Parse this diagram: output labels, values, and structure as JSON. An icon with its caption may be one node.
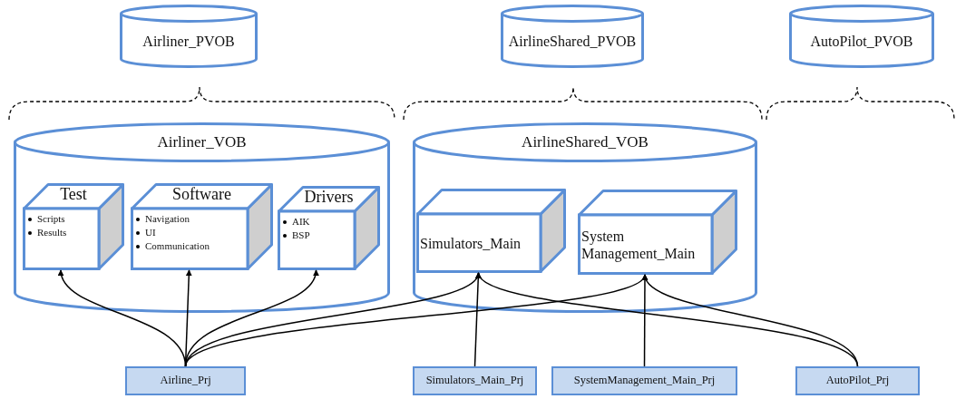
{
  "diagram": {
    "nodes": [
      {
        "text": [
          "Airliner_PVOB"
        ]
      },
      {
        "text": [
          "AirlineShared_PVOB"
        ]
      },
      {
        "text": [
          "AutoPilot_PVOB"
        ]
      },
      {
        "text": [
          "Airliner_VOB"
        ]
      },
      {
        "text": [
          "Test",
          "Scripts",
          "Results"
        ],
        "in": 3
      },
      {
        "text": [
          "Software",
          "Navigation",
          "UI",
          "Communication"
        ],
        "in": 3
      },
      {
        "text": [
          "Drivers",
          "AIK",
          "BSP"
        ],
        "in": 3
      },
      {
        "text": [
          "AirlineShared_VOB"
        ]
      },
      {
        "text": [
          "Simulators_Main"
        ],
        "in": 7
      },
      {
        "text": [
          "System Management_Main"
        ],
        "in": 7
      },
      {
        "text": [
          "Airline_Prj"
        ]
      },
      {
        "text": [
          "Simulators_Main_Prj"
        ]
      },
      {
        "text": [
          "SystemManagement_Main_Prj"
        ]
      },
      {
        "text": [
          "AutoPilot_Prj"
        ]
      }
    ],
    "edges": [
      {
        "from": 10,
        "to": 4,
        "arrow": "to"
      },
      {
        "from": 10,
        "to": 5,
        "arrow": "to"
      },
      {
        "from": 10,
        "to": 6,
        "arrow": "to"
      },
      {
        "from": 10,
        "to": 8,
        "arrow": "to"
      },
      {
        "from": 10,
        "to": 9,
        "arrow": "to"
      },
      {
        "from": 11,
        "to": 8,
        "arrow": "to"
      },
      {
        "from": 12,
        "to": 9,
        "arrow": "to"
      },
      {
        "from": 13,
        "to": 8,
        "arrow": "to"
      },
      {
        "from": 13,
        "to": 9,
        "arrow": "to"
      }
    ]
  }
}
